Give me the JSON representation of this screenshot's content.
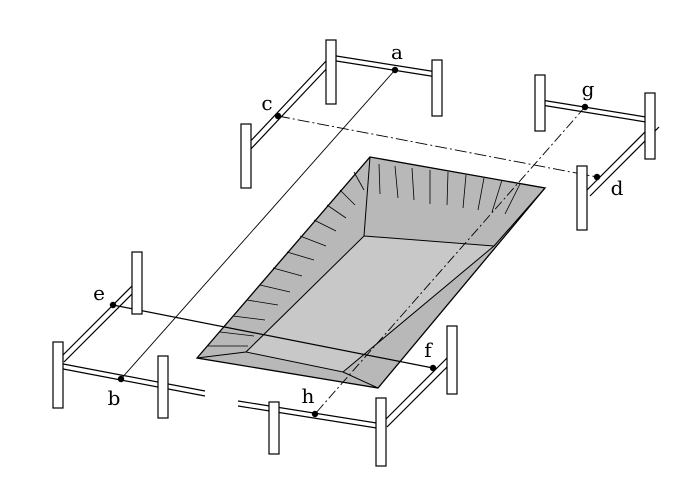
{
  "labels": {
    "a": "a",
    "b": "b",
    "c": "c",
    "d": "d",
    "e": "e",
    "f": "f",
    "g": "g",
    "h": "h"
  },
  "colors": {
    "pit_fill": "#b8b8b8",
    "line": "#000000",
    "background": "#ffffff"
  }
}
